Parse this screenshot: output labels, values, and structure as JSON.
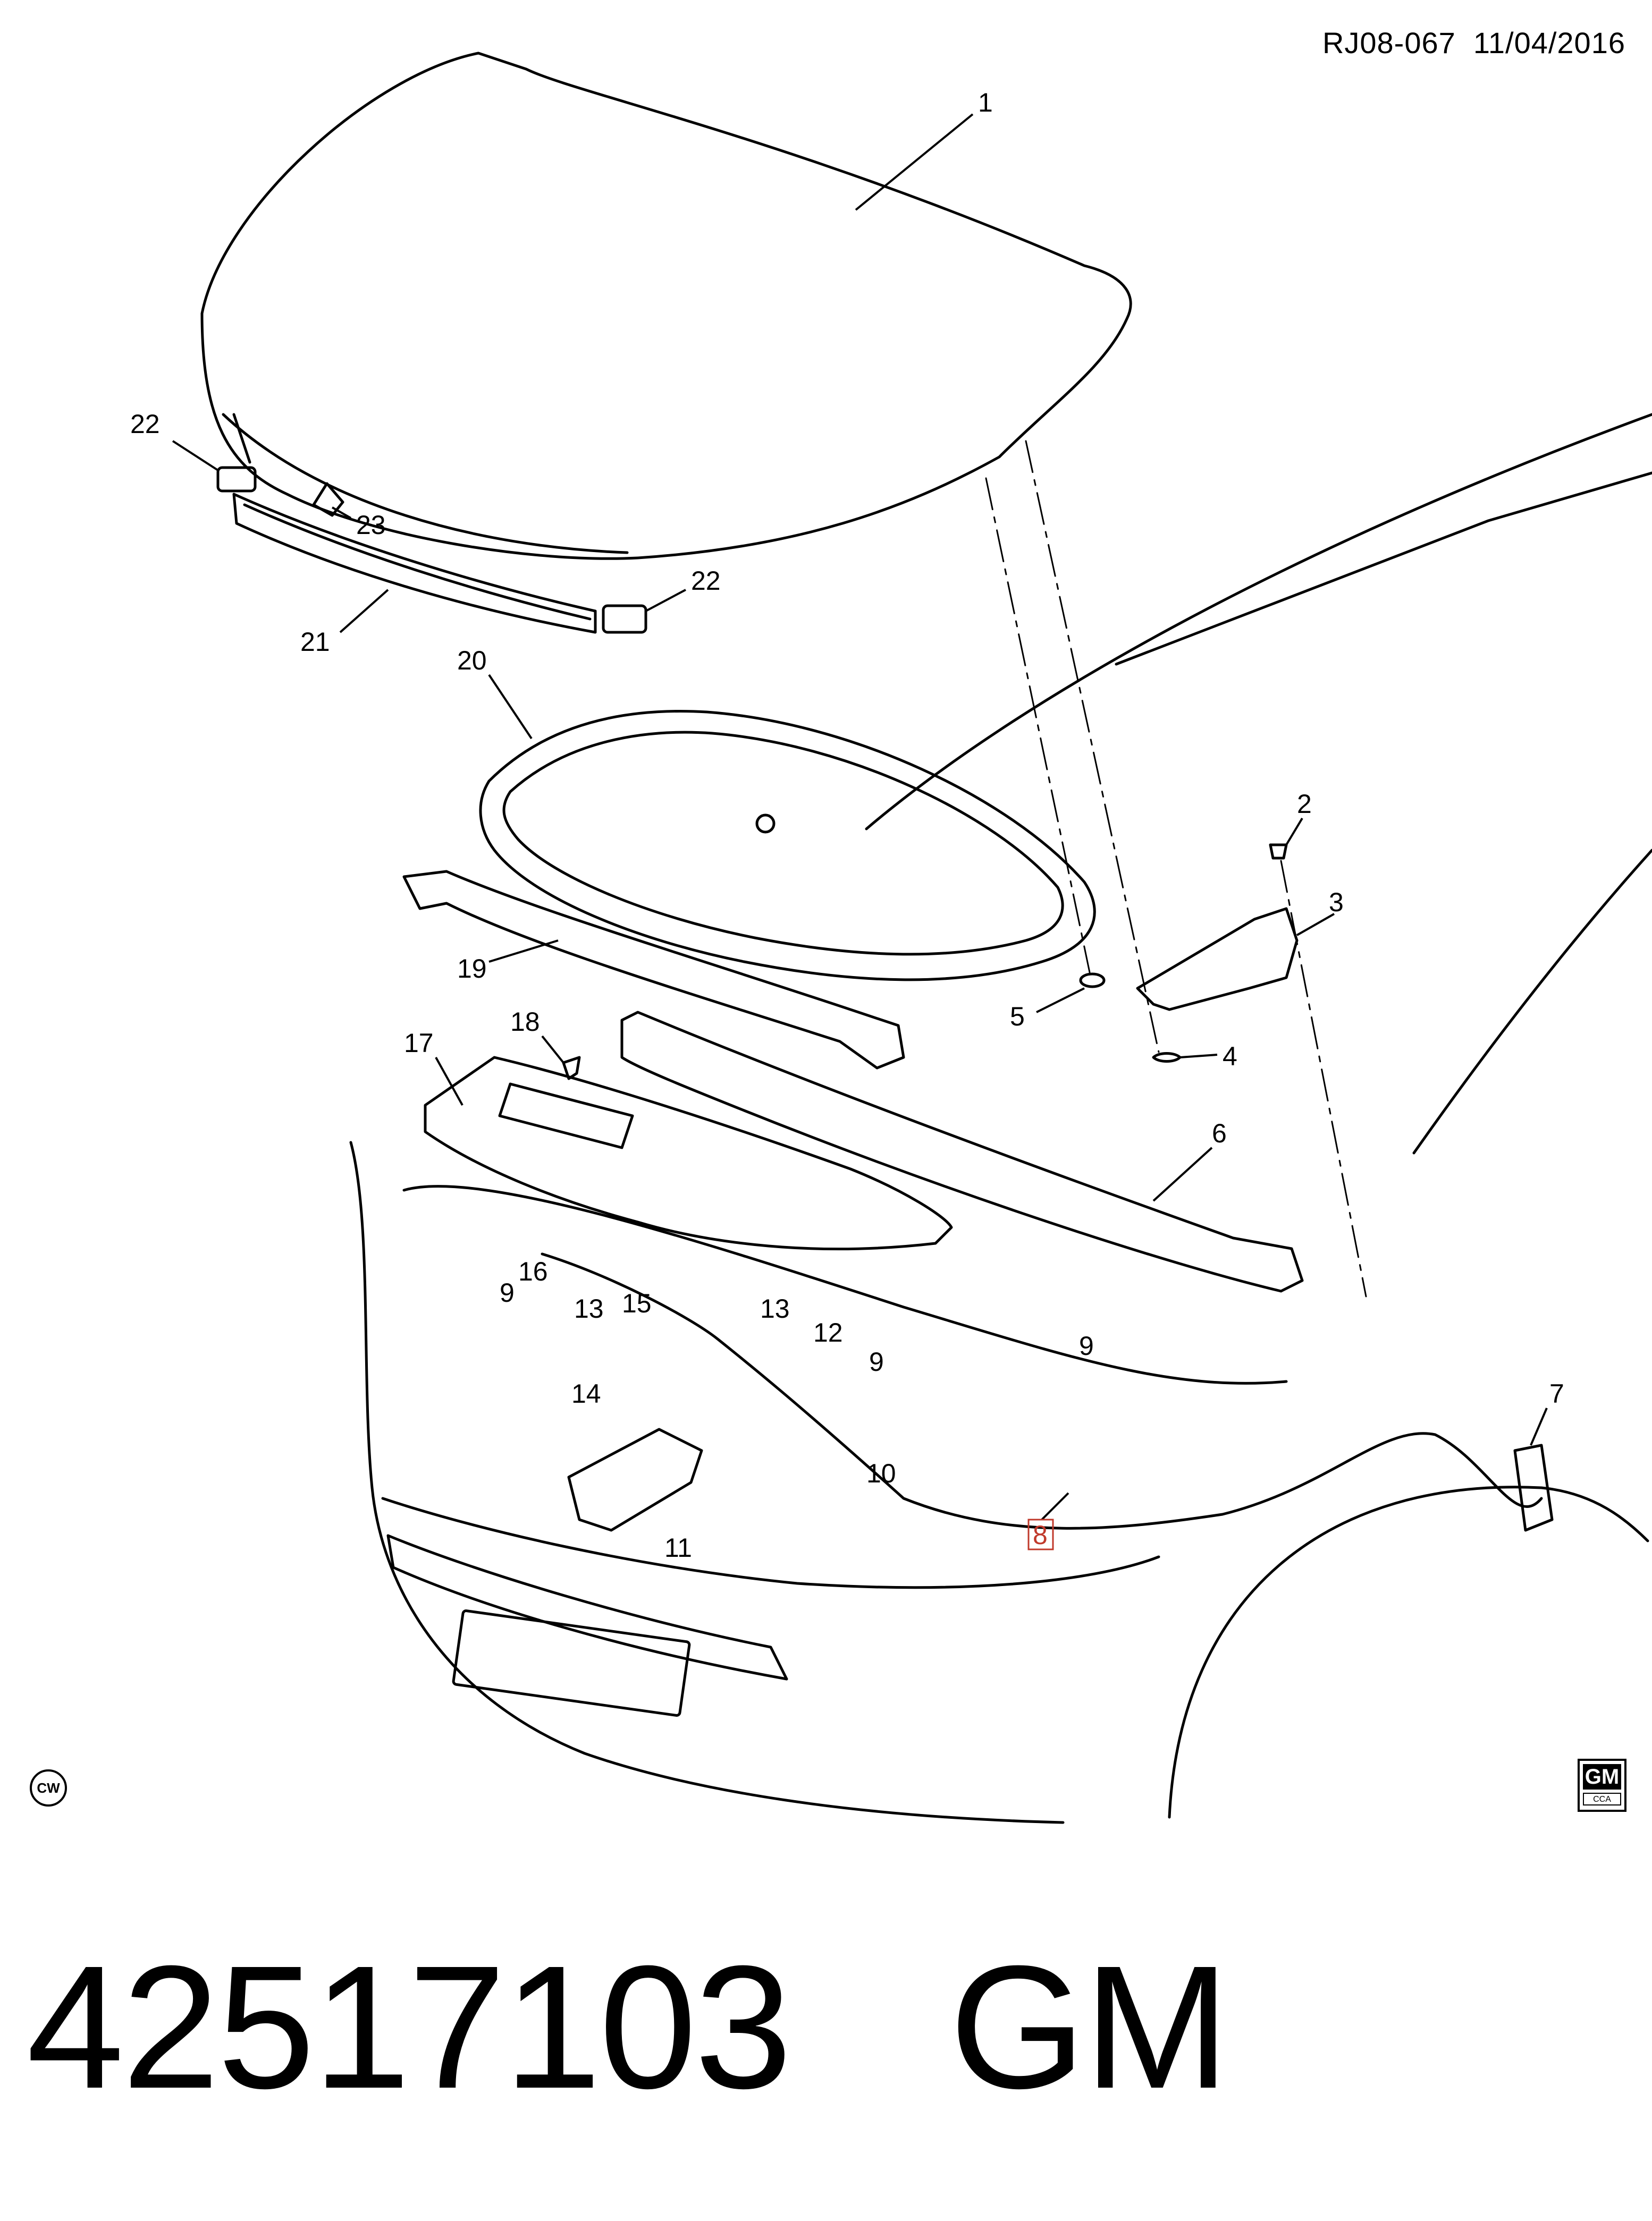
{
  "header": {
    "code": "RJ08-067",
    "date": "11/04/2016"
  },
  "callouts": [
    {
      "id": "c1",
      "label": "1"
    },
    {
      "id": "c2",
      "label": "2"
    },
    {
      "id": "c3",
      "label": "3"
    },
    {
      "id": "c4",
      "label": "4"
    },
    {
      "id": "c5",
      "label": "5"
    },
    {
      "id": "c6",
      "label": "6"
    },
    {
      "id": "c7",
      "label": "7"
    },
    {
      "id": "c8",
      "label": "8",
      "highlight": true
    },
    {
      "id": "c9a",
      "label": "9"
    },
    {
      "id": "c9b",
      "label": "9"
    },
    {
      "id": "c9c",
      "label": "9"
    },
    {
      "id": "c10",
      "label": "10"
    },
    {
      "id": "c11",
      "label": "11"
    },
    {
      "id": "c12",
      "label": "12"
    },
    {
      "id": "c13a",
      "label": "13"
    },
    {
      "id": "c13b",
      "label": "13"
    },
    {
      "id": "c14",
      "label": "14"
    },
    {
      "id": "c15",
      "label": "15"
    },
    {
      "id": "c16",
      "label": "16"
    },
    {
      "id": "c17",
      "label": "17"
    },
    {
      "id": "c18",
      "label": "18"
    },
    {
      "id": "c19",
      "label": "19"
    },
    {
      "id": "c20",
      "label": "20"
    },
    {
      "id": "c21",
      "label": "21"
    },
    {
      "id": "c22a",
      "label": "22"
    },
    {
      "id": "c22b",
      "label": "22"
    },
    {
      "id": "c23",
      "label": "23"
    }
  ],
  "marks": {
    "cw": "CW",
    "gm_logo_top": "GM",
    "gm_logo_bottom": "CCA"
  },
  "footer": {
    "part_number": "42517103",
    "brand": "GM"
  },
  "colors": {
    "line": "#000000",
    "highlight": "#c0392b"
  }
}
